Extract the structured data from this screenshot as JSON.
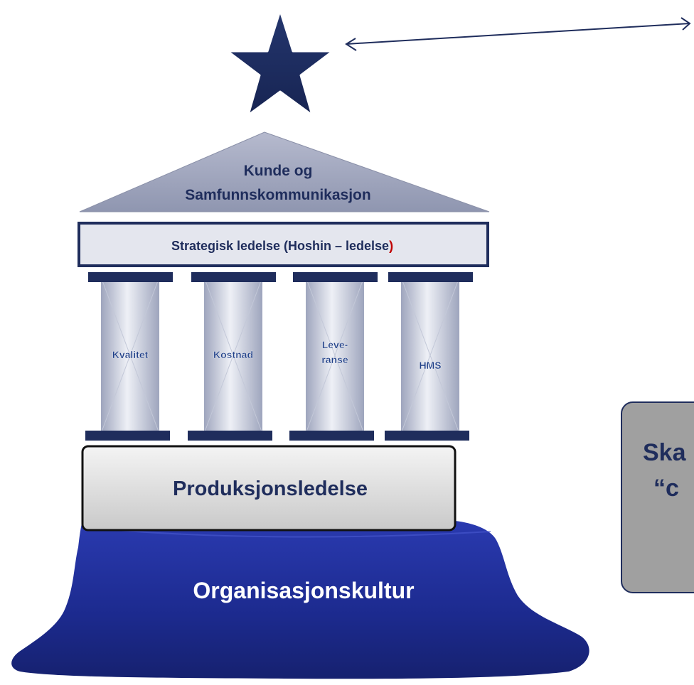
{
  "roof": {
    "line1": "Kunde og",
    "line2": "Samfunnskommunikasjon"
  },
  "beam": {
    "text": "Strategisk ledelse (Hoshin – ledelse",
    "paren": ")"
  },
  "pillars": [
    {
      "line1": "Kvalitet",
      "line2": ""
    },
    {
      "line1": "Kostnad",
      "line2": ""
    },
    {
      "line1": "Leve-",
      "line2": "ranse"
    },
    {
      "line1": "HMS",
      "line2": ""
    }
  ],
  "foundation": {
    "label": "Produksjonsledelse"
  },
  "rock": {
    "label": "Organisasjonskultur"
  },
  "callout": {
    "line1": "Ska",
    "line2": "“c"
  },
  "colors": {
    "navy": "#1f2d5c",
    "roof": "#9da3ba",
    "pillar": "#cfd4e2",
    "rock": "#1c2e95",
    "callout_fill": "#a0a0a0",
    "callout_border": "#1f2d5c",
    "accent_red": "#c00000"
  },
  "icons": {
    "star": "star-icon",
    "arrow": "double-arrow-icon"
  }
}
